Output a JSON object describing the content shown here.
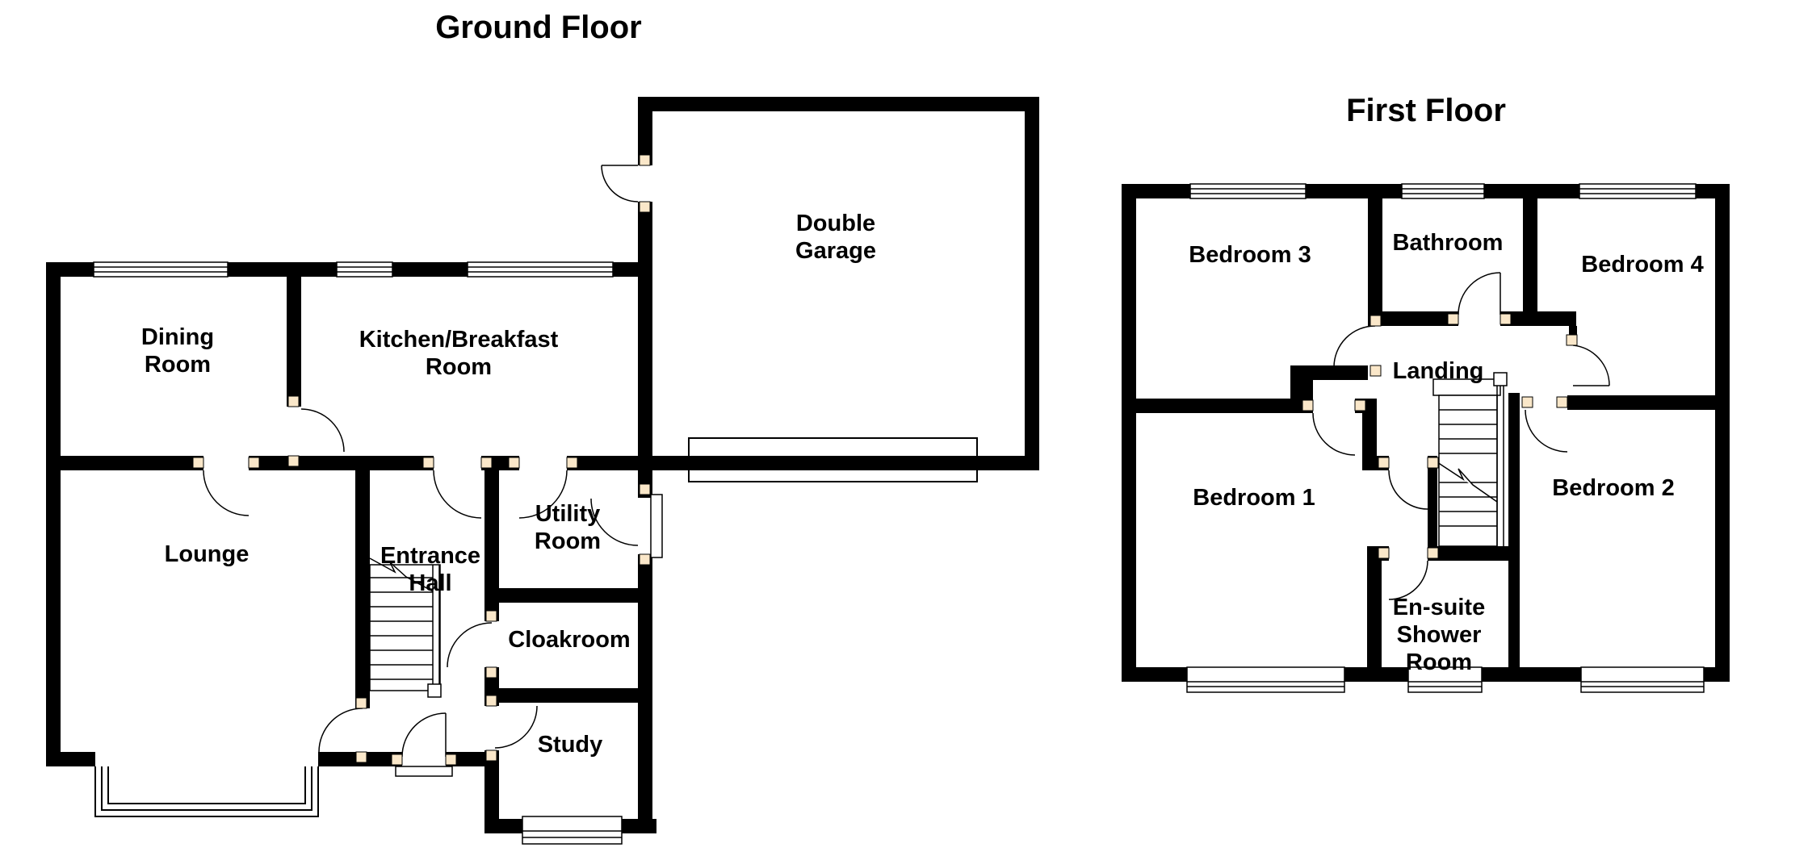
{
  "palette": {
    "wall_color": "#000000",
    "line_color": "#000000",
    "hinge_color": "#FAE7C9",
    "background": "#FFFFFF"
  },
  "floors": [
    {
      "title": "Ground Floor",
      "rooms": [
        {
          "key": "dining-room",
          "lines": [
            "Dining",
            "Room"
          ]
        },
        {
          "key": "kitchen-breakfast-room",
          "lines": [
            "Kitchen/Breakfast",
            "Room"
          ]
        },
        {
          "key": "double-garage",
          "lines": [
            "Double",
            "Garage"
          ]
        },
        {
          "key": "lounge",
          "lines": [
            "Lounge"
          ]
        },
        {
          "key": "entrance-hall",
          "lines": [
            "Entrance",
            "Hall"
          ]
        },
        {
          "key": "utility-room",
          "lines": [
            "Utility",
            "Room"
          ]
        },
        {
          "key": "cloakroom",
          "lines": [
            "Cloakroom"
          ]
        },
        {
          "key": "study",
          "lines": [
            "Study"
          ]
        }
      ]
    },
    {
      "title": "First Floor",
      "rooms": [
        {
          "key": "bedroom-3",
          "lines": [
            "Bedroom 3"
          ]
        },
        {
          "key": "bathroom",
          "lines": [
            "Bathroom"
          ]
        },
        {
          "key": "bedroom-4",
          "lines": [
            "Bedroom 4"
          ]
        },
        {
          "key": "landing",
          "lines": [
            "Landing"
          ]
        },
        {
          "key": "bedroom-1",
          "lines": [
            "Bedroom 1"
          ]
        },
        {
          "key": "bedroom-2",
          "lines": [
            "Bedroom 2"
          ]
        },
        {
          "key": "en-suite-shower-room",
          "lines": [
            "En-suite",
            "Shower",
            "Room"
          ]
        }
      ]
    }
  ]
}
